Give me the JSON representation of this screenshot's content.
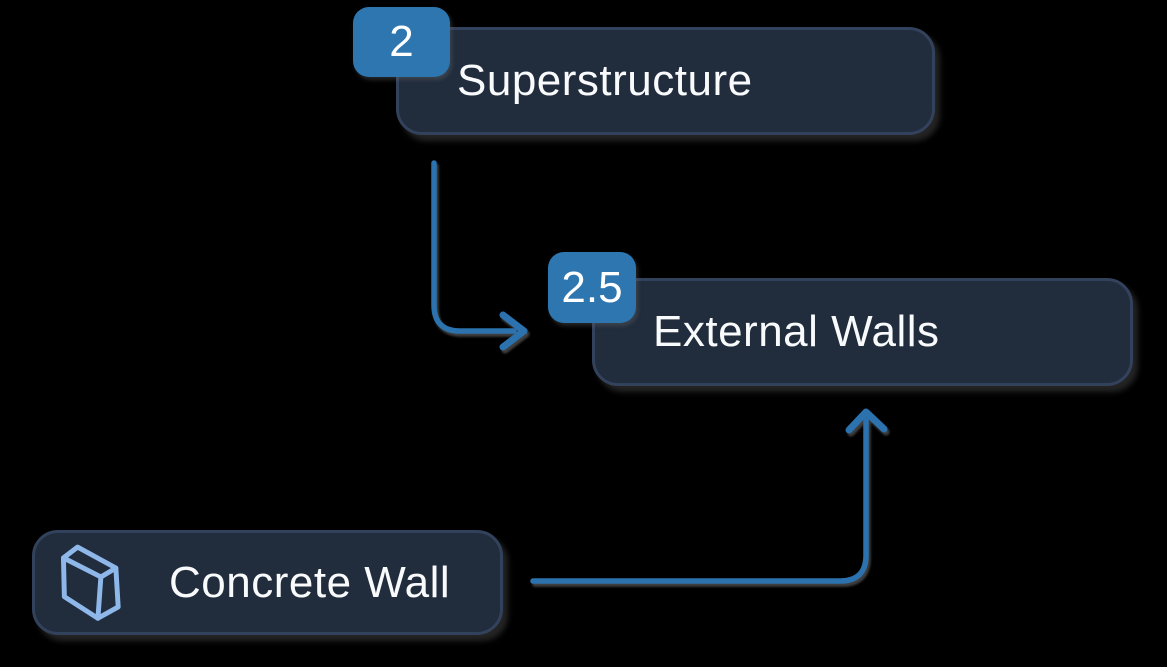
{
  "diagram": {
    "background": "#000000",
    "nodes": [
      {
        "id": "superstructure",
        "type": "wbs-category",
        "badge": "2",
        "label": "Superstructure"
      },
      {
        "id": "external-walls",
        "type": "wbs-category",
        "badge": "2.5",
        "label": "External Walls"
      },
      {
        "id": "concrete-wall",
        "type": "element",
        "icon": "cube-icon",
        "label": "Concrete Wall"
      }
    ],
    "edges": [
      {
        "from": "superstructure",
        "to": "external-walls"
      },
      {
        "from": "concrete-wall",
        "to": "external-walls"
      }
    ],
    "colors": {
      "node_fill": "#212c3c",
      "node_border": "#33425c",
      "badge_bg": "#2d76b0",
      "arrow": "#2b72ae",
      "icon_blue": "#8fb8ea",
      "text": "#f8fafc"
    }
  }
}
